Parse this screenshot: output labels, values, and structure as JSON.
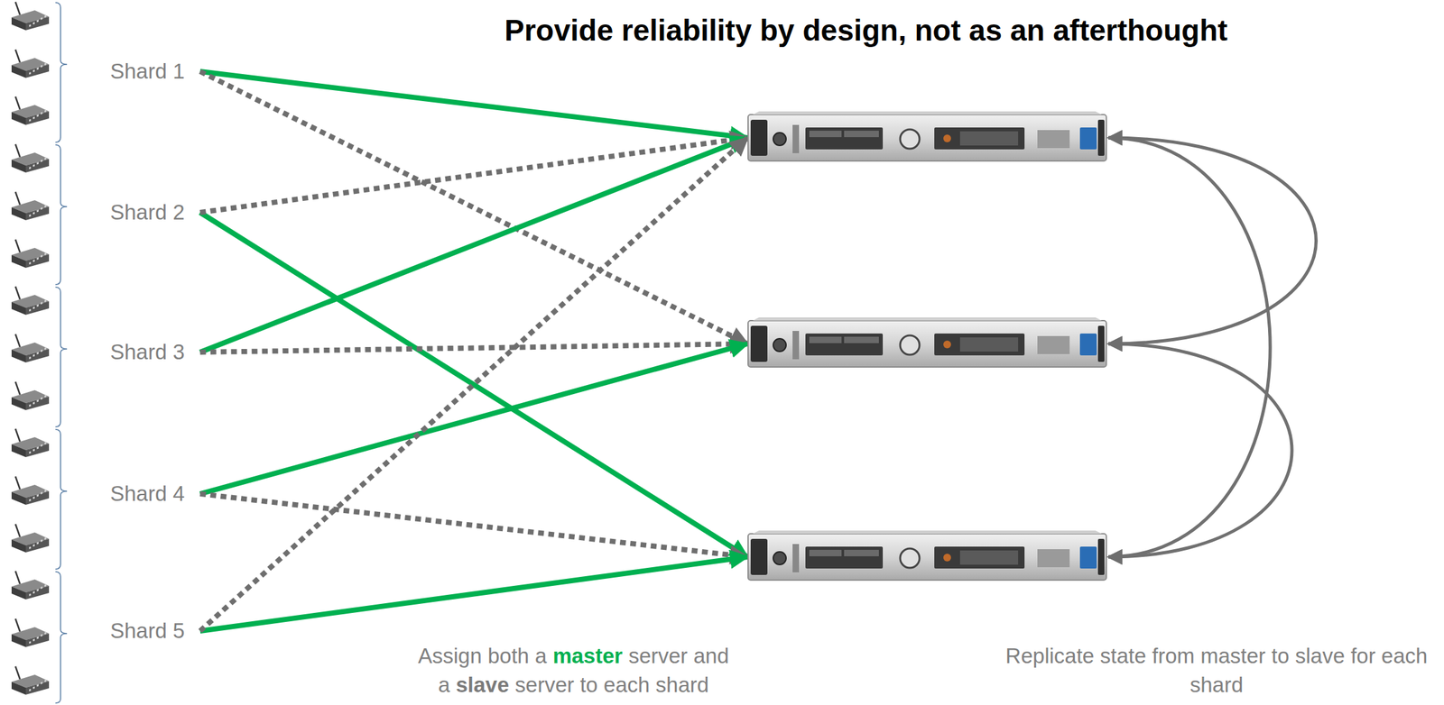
{
  "diagram": {
    "title": "Provide reliability by design, not as an afterthought",
    "nodes": [
      {
        "text": [
          "Shard 1"
        ]
      },
      {
        "text": [
          "Shard 2"
        ]
      },
      {
        "text": [
          "Shard 3"
        ]
      },
      {
        "text": [
          "Shard 4"
        ]
      },
      {
        "text": [
          "Shard 5"
        ]
      },
      {
        "text": []
      },
      {
        "text": []
      },
      {
        "text": []
      }
    ],
    "edges": [
      {
        "from": 0,
        "to": 5,
        "arrow": "to"
      },
      {
        "from": 0,
        "to": 6,
        "arrow": "to"
      },
      {
        "from": 1,
        "to": 7,
        "arrow": "to"
      },
      {
        "from": 1,
        "to": 5,
        "arrow": "to"
      },
      {
        "from": 2,
        "to": 5,
        "arrow": "to"
      },
      {
        "from": 2,
        "to": 6,
        "arrow": "to"
      },
      {
        "from": 3,
        "to": 6,
        "arrow": "to"
      },
      {
        "from": 3,
        "to": 7,
        "arrow": "to"
      },
      {
        "from": 4,
        "to": 7,
        "arrow": "to"
      },
      {
        "from": 4,
        "to": 5,
        "arrow": "to"
      },
      {
        "from": 5,
        "to": 6,
        "arrow": "both"
      },
      {
        "from": 5,
        "to": 7,
        "arrow": "both"
      },
      {
        "from": 6,
        "to": 7,
        "arrow": "both"
      }
    ],
    "labels": [
      "Assign both a",
      "master",
      "server and",
      "a",
      "slave",
      "server to each shard",
      "Replicate state from master to slave for each shard"
    ]
  }
}
